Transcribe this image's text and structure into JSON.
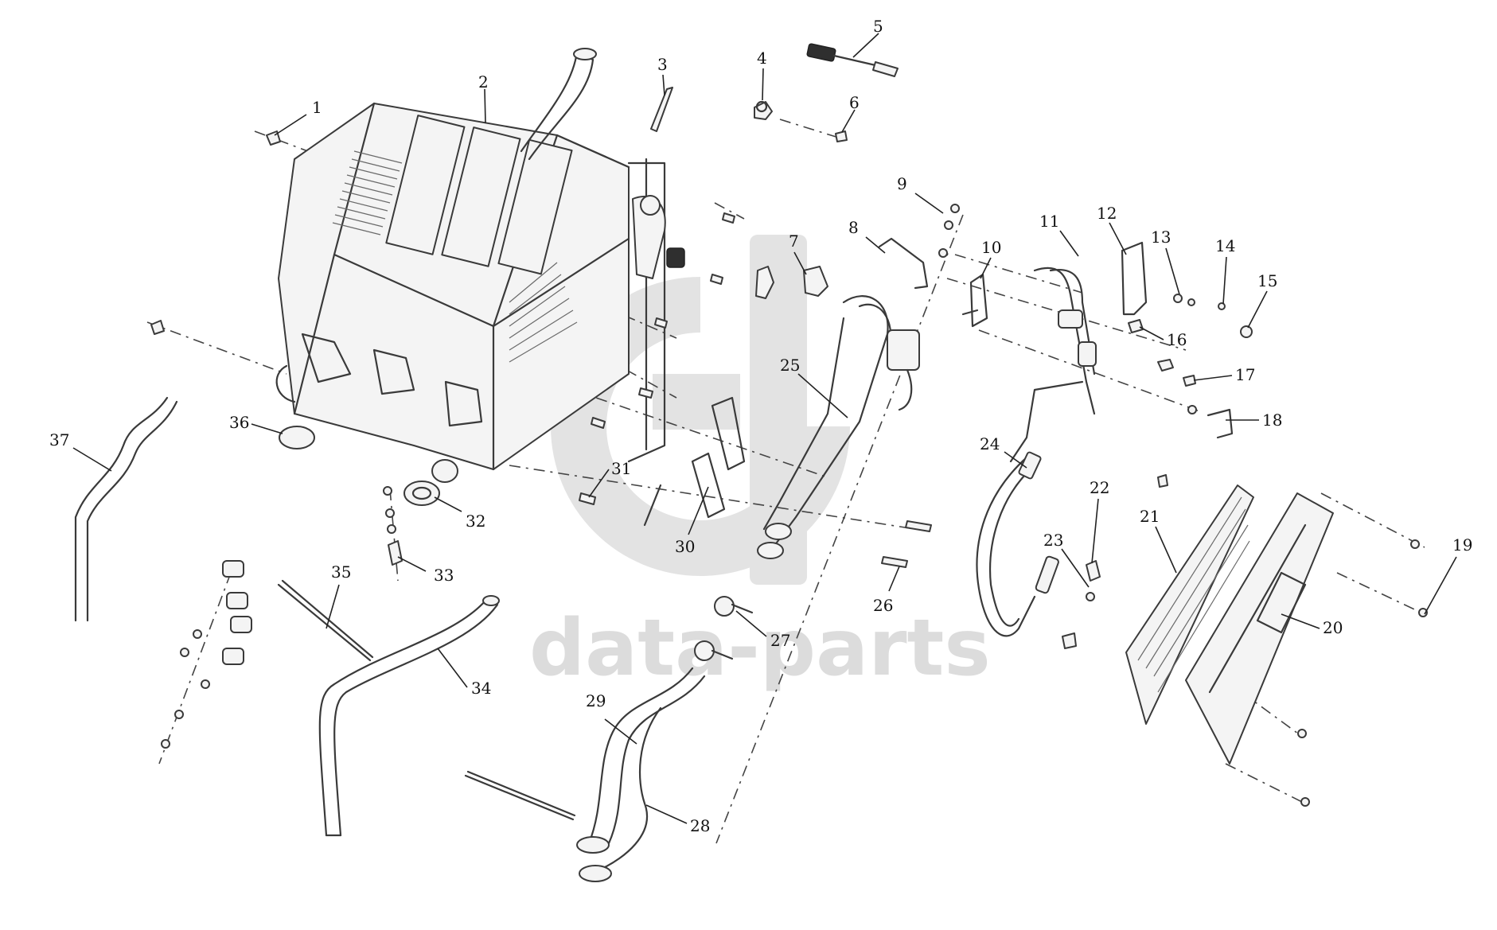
{
  "figure": {
    "type": "exploded-parts-diagram",
    "background": "#ffffff",
    "line_color": "#3a3a3a"
  },
  "watermark": {
    "text": "data-parts",
    "color": "#dcdcdc"
  },
  "callouts": [
    "1",
    "2",
    "3",
    "4",
    "5",
    "6",
    "7",
    "8",
    "9",
    "10",
    "11",
    "12",
    "13",
    "14",
    "15",
    "16",
    "17",
    "18",
    "19",
    "20",
    "21",
    "22",
    "23",
    "24",
    "25",
    "26",
    "27",
    "28",
    "29",
    "30",
    "31",
    "32",
    "33",
    "34",
    "35",
    "36",
    "37"
  ]
}
